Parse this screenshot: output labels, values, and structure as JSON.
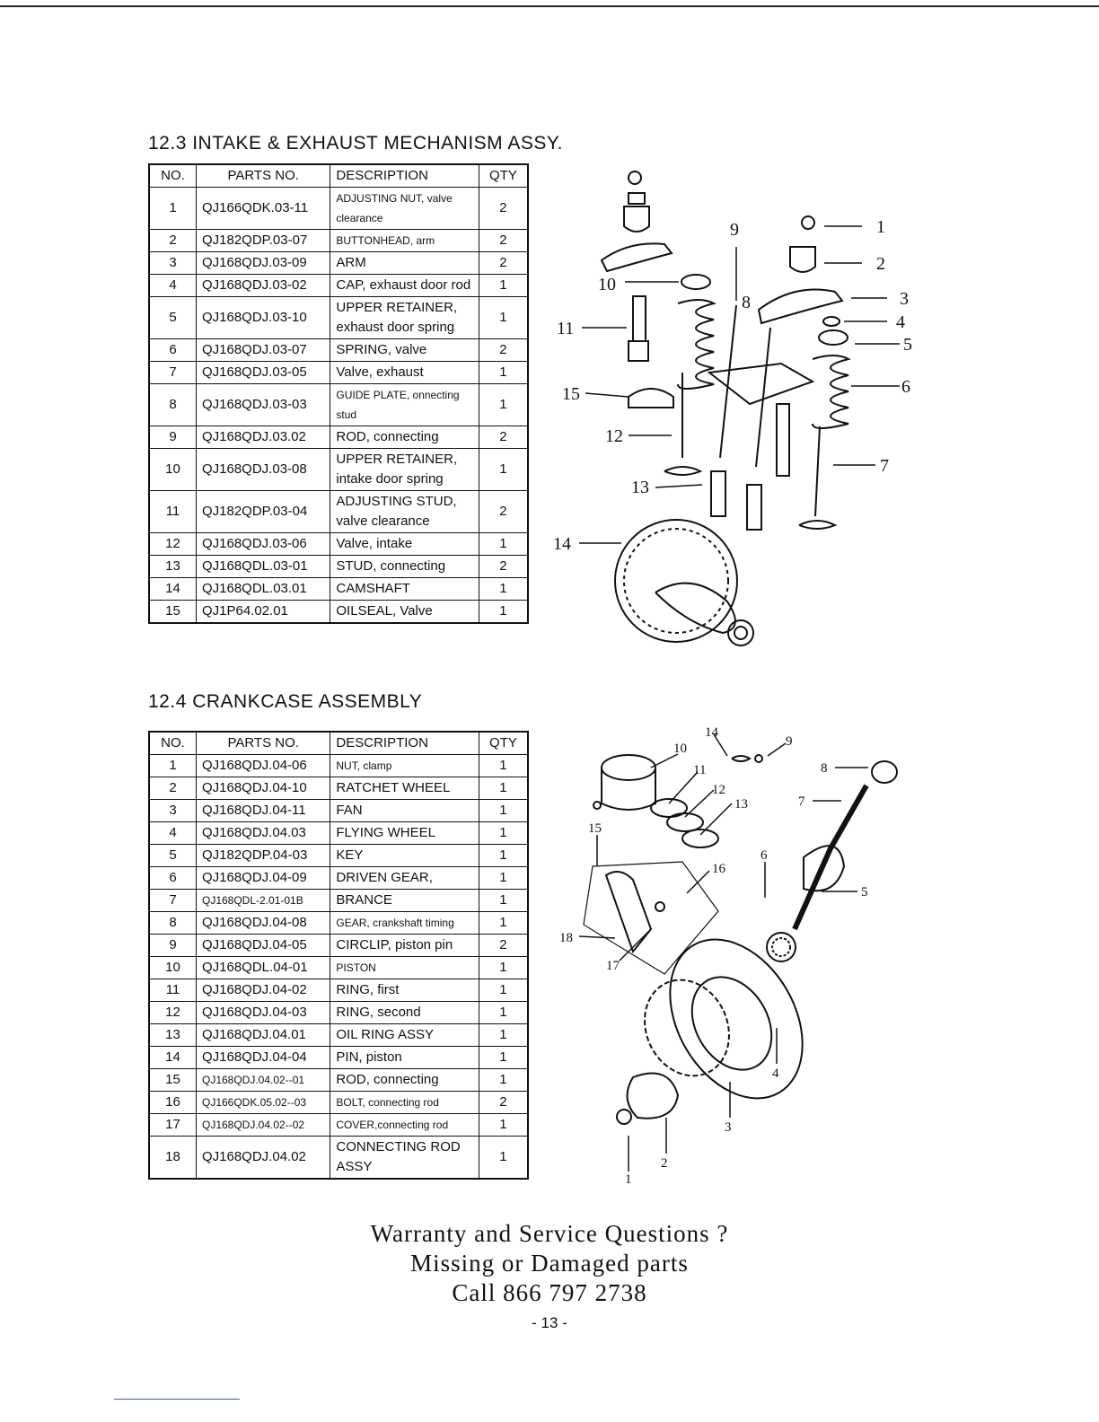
{
  "section_intake": {
    "title": "12.3  INTAKE & EXHAUST MECHANISM ASSY.",
    "headers": {
      "no": "NO.",
      "parts_no": "PARTS NO.",
      "description": "DESCRIPTION",
      "qty": "QTY"
    },
    "rows": [
      {
        "no": "1",
        "parts_no": "QJ166QDK.03-11",
        "description": "ADJUSTING NUT, valve clearance",
        "qty": "2"
      },
      {
        "no": "2",
        "parts_no": "QJ182QDP.03-07",
        "description": "BUTTONHEAD, arm",
        "qty": "2"
      },
      {
        "no": "3",
        "parts_no": "QJ168QDJ.03-09",
        "description": "ARM",
        "qty": "2"
      },
      {
        "no": "4",
        "parts_no": "QJ168QDJ.03-02",
        "description": "CAP,  exhaust  door rod",
        "qty": "1"
      },
      {
        "no": "5",
        "parts_no": "QJ168QDJ.03-10",
        "description": "UPPER  RETAINER, exhaust door spring",
        "qty": "1"
      },
      {
        "no": "6",
        "parts_no": "QJ168QDJ.03-07",
        "description": "SPRING, valve",
        "qty": "2"
      },
      {
        "no": "7",
        "parts_no": "QJ168QDJ.03-05",
        "description": "Valve, exhaust",
        "qty": "1"
      },
      {
        "no": "8",
        "parts_no": "QJ168QDJ.03-03",
        "description": "GUIDE PLATE, onnecting stud",
        "qty": "1"
      },
      {
        "no": "9",
        "parts_no": "QJ168QDJ.03.02",
        "description": "ROD, connecting",
        "qty": "2"
      },
      {
        "no": "10",
        "parts_no": "QJ168QDJ.03-08",
        "description": "UPPER  RETAINER, intake door spring",
        "qty": "1"
      },
      {
        "no": "11",
        "parts_no": "QJ182QDP.03-04",
        "description": "ADJUSTING  STUD, valve clearance",
        "qty": "2"
      },
      {
        "no": "12",
        "parts_no": "QJ168QDJ.03-06",
        "description": "Valve, intake",
        "qty": "1"
      },
      {
        "no": "13",
        "parts_no": "QJ168QDL.03-01",
        "description": "STUD, connecting",
        "qty": "2"
      },
      {
        "no": "14",
        "parts_no": "QJ168QDL.03.01",
        "description": "CAMSHAFT",
        "qty": "1"
      },
      {
        "no": "15",
        "parts_no": "QJ1P64.02.01",
        "description": "OILSEAL, Valve",
        "qty": "1"
      }
    ],
    "callouts": [
      "1",
      "2",
      "3",
      "4",
      "5",
      "6",
      "7",
      "8",
      "9",
      "10",
      "11",
      "12",
      "13",
      "14",
      "15"
    ]
  },
  "section_crankcase": {
    "title": "12.4  CRANKCASE ASSEMBLY",
    "headers": {
      "no": "NO.",
      "parts_no": "PARTS NO.",
      "description": "DESCRIPTION",
      "qty": "QTY"
    },
    "rows": [
      {
        "no": "1",
        "parts_no": "QJ168QDJ.04-06",
        "description": "NUT, clamp",
        "qty": "1"
      },
      {
        "no": "2",
        "parts_no": "QJ168QDJ.04-10",
        "description": "RATCHET WHEEL",
        "qty": "1"
      },
      {
        "no": "3",
        "parts_no": "QJ168QDJ.04-11",
        "description": "FAN",
        "qty": "1"
      },
      {
        "no": "4",
        "parts_no": "QJ168QDJ.04.03",
        "description": "FLYING WHEEL",
        "qty": "1"
      },
      {
        "no": "5",
        "parts_no": "QJ182QDP.04-03",
        "description": "KEY",
        "qty": "1"
      },
      {
        "no": "6",
        "parts_no": "QJ168QDJ.04-09",
        "description": "DRIVEN GEAR,",
        "qty": "1"
      },
      {
        "no": "7",
        "parts_no": "QJ168QDL-2.01-01B",
        "description": "BRANCE",
        "qty": "1"
      },
      {
        "no": "8",
        "parts_no": "QJ168QDJ.04-08",
        "description": "GEAR, crankshaft timing",
        "qty": "1"
      },
      {
        "no": "9",
        "parts_no": "QJ168QDJ.04-05",
        "description": "CIRCLIP, piston pin",
        "qty": "2"
      },
      {
        "no": "10",
        "parts_no": "QJ168QDL.04-01",
        "description": "PISTON",
        "qty": "1"
      },
      {
        "no": "11",
        "parts_no": "QJ168QDJ.04-02",
        "description": "RING, first",
        "qty": "1"
      },
      {
        "no": "12",
        "parts_no": "QJ168QDJ.04-03",
        "description": "RING, second",
        "qty": "1"
      },
      {
        "no": "13",
        "parts_no": "QJ168QDJ.04.01",
        "description": "OIL RING ASSY",
        "qty": "1"
      },
      {
        "no": "14",
        "parts_no": "QJ168QDJ.04-04",
        "description": "PIN, piston",
        "qty": "1"
      },
      {
        "no": "15",
        "parts_no": "QJ168QDJ.04.02--01",
        "description": "ROD, connecting",
        "qty": "1"
      },
      {
        "no": "16",
        "parts_no": "QJ166QDK.05.02--03",
        "description": "BOLT, connecting rod",
        "qty": "2"
      },
      {
        "no": "17",
        "parts_no": "QJ168QDJ.04.02--02",
        "description": "COVER,connecting rod",
        "qty": "1"
      },
      {
        "no": "18",
        "parts_no": "QJ168QDJ.04.02",
        "description": "CONNECTING ROD ASSY",
        "qty": "1"
      }
    ],
    "callouts": [
      "1",
      "2",
      "3",
      "4",
      "5",
      "6",
      "7",
      "8",
      "9",
      "10",
      "11",
      "12",
      "13",
      "14",
      "15",
      "16",
      "17",
      "18"
    ]
  },
  "footer": {
    "line1": "Warranty and Service Questions ?",
    "line2": "Missing or Damaged parts",
    "line3": "Call 866 797 2738"
  },
  "page_number": "- 13 -"
}
